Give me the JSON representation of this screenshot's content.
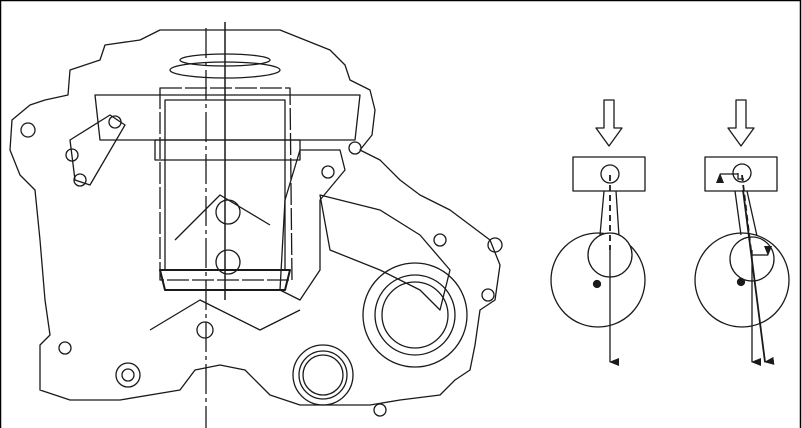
{
  "figure": {
    "description_label": "",
    "colors": {
      "line": "#1a1a1a",
      "background": "#ffffff"
    },
    "panels": [
      "engine-block-front-view",
      "crank-mechanism-centered",
      "crank-mechanism-offset"
    ]
  }
}
